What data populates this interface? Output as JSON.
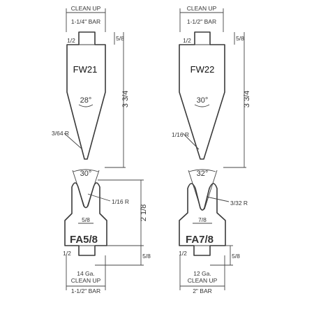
{
  "drawing": {
    "tools": {
      "fw21": {
        "label": "FW21",
        "top_note": "CLEAN UP",
        "top_bar": "1-1/4\" BAR",
        "tang_dim": "1/2",
        "tang_h": "5/8",
        "overall_h": "3 3/4",
        "angle": "28°",
        "radius": "3/64 R"
      },
      "fw22": {
        "label": "FW22",
        "top_note": "CLEAN UP",
        "top_bar": "1-1/2\" BAR",
        "tang_dim": "1/2",
        "tang_h": "5/8",
        "overall_h": "3 3/4",
        "angle": "30°",
        "radius": "1/16 R"
      },
      "fa58": {
        "label": "FA5/8",
        "angle": "30°",
        "radius": "1/16 R",
        "width": "5/8",
        "height": "2 1/8",
        "tang_dim": "1/2",
        "tang_h": "5/8",
        "gauge": "14 Ga.",
        "bottom_note": "CLEAN UP",
        "bottom_bar": "1-1/2\" BAR"
      },
      "fa78": {
        "label": "FA7/8",
        "angle": "32°",
        "radius": "3/32 R",
        "width": "7/8",
        "tang_dim": "1/2",
        "tang_h": "5/8",
        "gauge": "12 Ga.",
        "bottom_note": "CLEAN UP",
        "bottom_bar": "2\" BAR"
      }
    }
  }
}
